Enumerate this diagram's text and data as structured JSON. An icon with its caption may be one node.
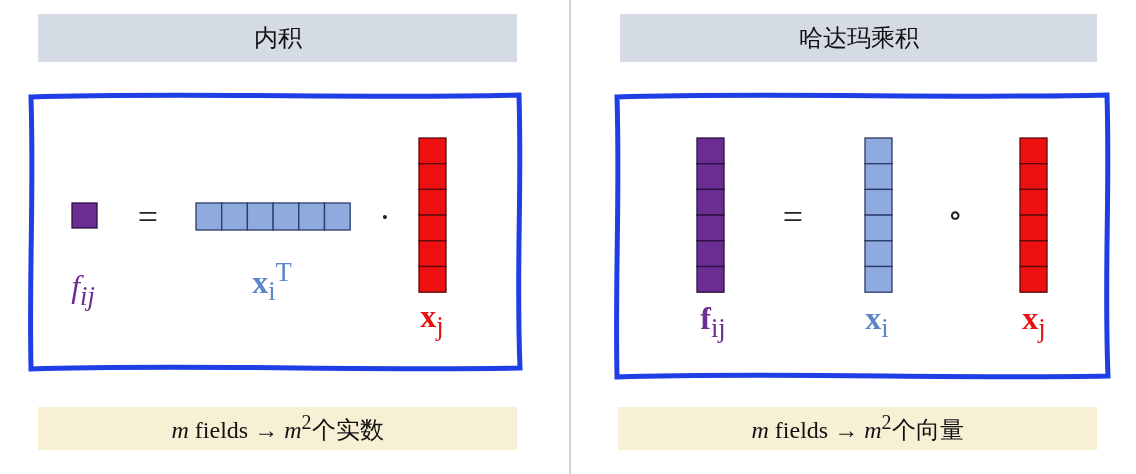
{
  "diagram": {
    "nodes": [
      {
        "text": [
          "内积"
        ]
      },
      {
        "text": [
          "*m* fields → *m*$^{2}$个实数"
        ]
      },
      {
        "text": [
          "哈达玛乘积"
        ]
      },
      {
        "text": [
          "*m* fields → *m*$^{2}$个向量"
        ]
      }
    ],
    "edges": [],
    "labels": [
      "=",
      "·",
      "*f*$_{ij}$",
      "**x**$_{i}$$^{T}$",
      "**x**$_{j}$",
      "=",
      "∘",
      "**f**$_{ij}$",
      "**x**$_{i}$",
      "**x**$_{j}$"
    ]
  }
}
